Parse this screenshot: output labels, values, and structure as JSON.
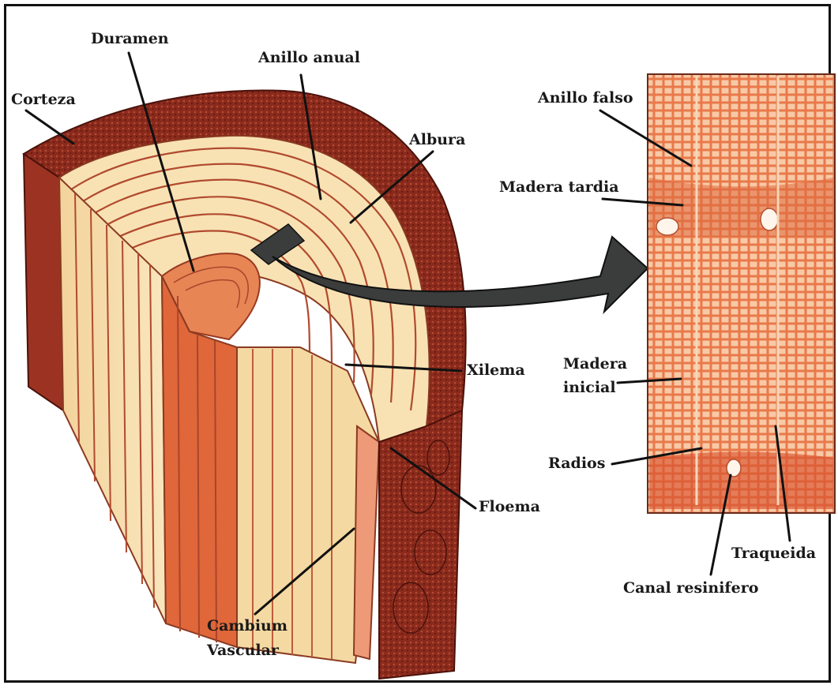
{
  "labels": {
    "corteza": "Corteza",
    "duramen": "Duramen",
    "anillo_anual": "Anillo anual",
    "albura": "Albura",
    "xilema": "Xilema",
    "floema": "Floema",
    "cambium_line1": "Cambium",
    "cambium_line2": "Vascular",
    "anillo_falso": "Anillo falso",
    "madera_tardia": "Madera tardia",
    "madera_inicial_line1": "Madera",
    "madera_inicial_line2": "inicial",
    "radios": "Radios",
    "traqueida": "Traqueida",
    "canal_resinifero": "Canal resinifero"
  },
  "colors": {
    "bark": "#8a2a1c",
    "bark_dark": "#5e1810",
    "heartwood": "#d9602f",
    "sapwood": "#f6dfae",
    "ring_line": "#a8452b",
    "micro_bg": "#ec8a5c",
    "micro_cell": "#f8c4a2",
    "arrow": "#3a3d3b"
  }
}
